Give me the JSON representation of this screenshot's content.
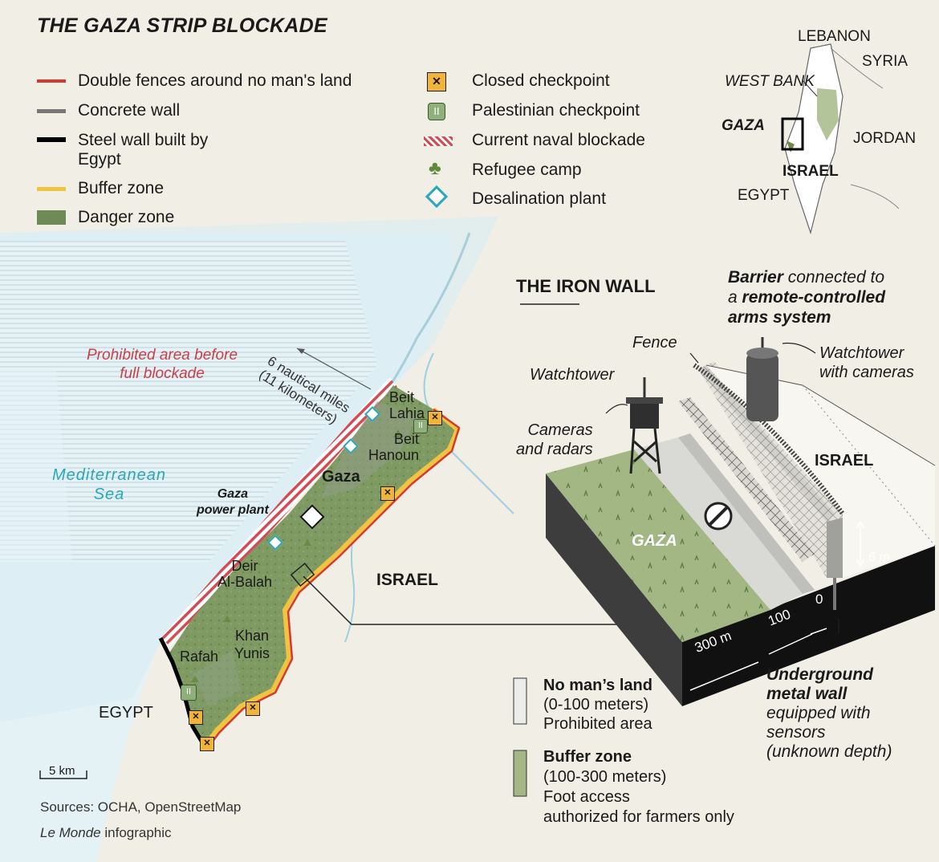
{
  "title": "THE GAZA STRIP BLOCKADE",
  "legend_left": [
    "Double fences around no man's land",
    "Concrete wall",
    "Steel wall built by",
    "Egypt",
    "Buffer zone",
    "Danger zone"
  ],
  "legend_right": [
    "Closed checkpoint",
    "Palestinian checkpoint",
    "Current naval blockade",
    "Refugee camp",
    "Desalination plant"
  ],
  "inset": {
    "lebanon": "LEBANON",
    "syria": "SYRIA",
    "west_bank": "WEST BANK",
    "gaza": "GAZA",
    "jordan": "JORDAN",
    "israel": "ISRAEL",
    "egypt": "EGYPT"
  },
  "map": {
    "prohibited_1": "Prohibited area before",
    "prohibited_2": "full blockade",
    "nautical_1": "6 nautical miles",
    "nautical_2": "(11 kilometers)",
    "sea_1": "Mediterranean",
    "sea_2": "Sea",
    "beit_lahia_1": "Beit",
    "beit_lahia_2": "Lahia",
    "beit_hanoun_1": "Beit",
    "beit_hanoun_2": "Hanoun",
    "gaza": "Gaza",
    "power_1": "Gaza",
    "power_2": "power plant",
    "deir_1": "Deir",
    "deir_2": "Al-Balah",
    "israel": "ISRAEL",
    "khan_1": "Khan",
    "khan_2": "Yunis",
    "rafah": "Rafah",
    "egypt": "EGYPT",
    "scale": "5 km"
  },
  "diagram": {
    "title": "THE IRON WALL",
    "barrier_bold": "Barrier",
    "barrier_rest": "connected to",
    "barrier_a": "a",
    "barrier_remote": "remote-controlled",
    "barrier_arms": "arms system",
    "fence": "Fence",
    "wt_cam_1": "Watchtower",
    "wt_cam_2": "with cameras",
    "watchtower": "Watchtower",
    "cam_1": "Cameras",
    "cam_2": "and radars",
    "israel": "ISRAEL",
    "gaza": "GAZA",
    "height": "6 m",
    "d300": "300 m",
    "d100": "100",
    "d0": "0",
    "under_1": "Underground",
    "under_2": "metal wall",
    "under_3": "equipped with",
    "under_4": "sensors",
    "under_5": "(unknown depth)",
    "nml_1": "No man’s land",
    "nml_2": "(0-100 meters)",
    "nml_3": "Prohibited area",
    "bz_1": "Buffer zone",
    "bz_2": "(100-300 meters)",
    "bz_3": "Foot access",
    "bz_4": "authorized for farmers only"
  },
  "footer": {
    "sources": "Sources: OCHA, OpenStreetMap",
    "credit_italic": "Le Monde",
    "credit_rest": "infographic"
  },
  "colors": {
    "fence_red": "#d63a2f",
    "buffer_yellow": "#f2c341",
    "danger_green": "#6f8a57",
    "sea_label": "#2aa7b8",
    "prohibited_label": "#c8404a"
  },
  "icons": [
    "closed-checkpoint-icon",
    "palestinian-checkpoint-icon",
    "refugee-camp-icon",
    "desalination-plant-icon",
    "power-plant-icon"
  ]
}
